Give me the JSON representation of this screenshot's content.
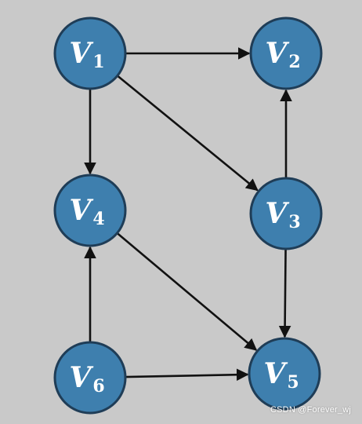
{
  "diagram": {
    "nodes": [
      {
        "id": "v1",
        "label_main": "V",
        "label_sub": "1"
      },
      {
        "id": "v2",
        "label_main": "V",
        "label_sub": "2"
      },
      {
        "id": "v3",
        "label_main": "V",
        "label_sub": "3"
      },
      {
        "id": "v4",
        "label_main": "V",
        "label_sub": "4"
      },
      {
        "id": "v5",
        "label_main": "V",
        "label_sub": "5"
      },
      {
        "id": "v6",
        "label_main": "V",
        "label_sub": "6"
      }
    ],
    "edges": [
      {
        "from": "v1",
        "to": "v2"
      },
      {
        "from": "v1",
        "to": "v3"
      },
      {
        "from": "v1",
        "to": "v4"
      },
      {
        "from": "v3",
        "to": "v2"
      },
      {
        "from": "v3",
        "to": "v5"
      },
      {
        "from": "v4",
        "to": "v5"
      },
      {
        "from": "v6",
        "to": "v4"
      },
      {
        "from": "v6",
        "to": "v5"
      }
    ],
    "colors": {
      "node_fill": "#3e7fae",
      "node_stroke": "#1f3d57",
      "label": "#ffffff",
      "edge": "#111111",
      "background": "#c9c9c9"
    }
  },
  "watermark": "CSDN @Forever_wj"
}
